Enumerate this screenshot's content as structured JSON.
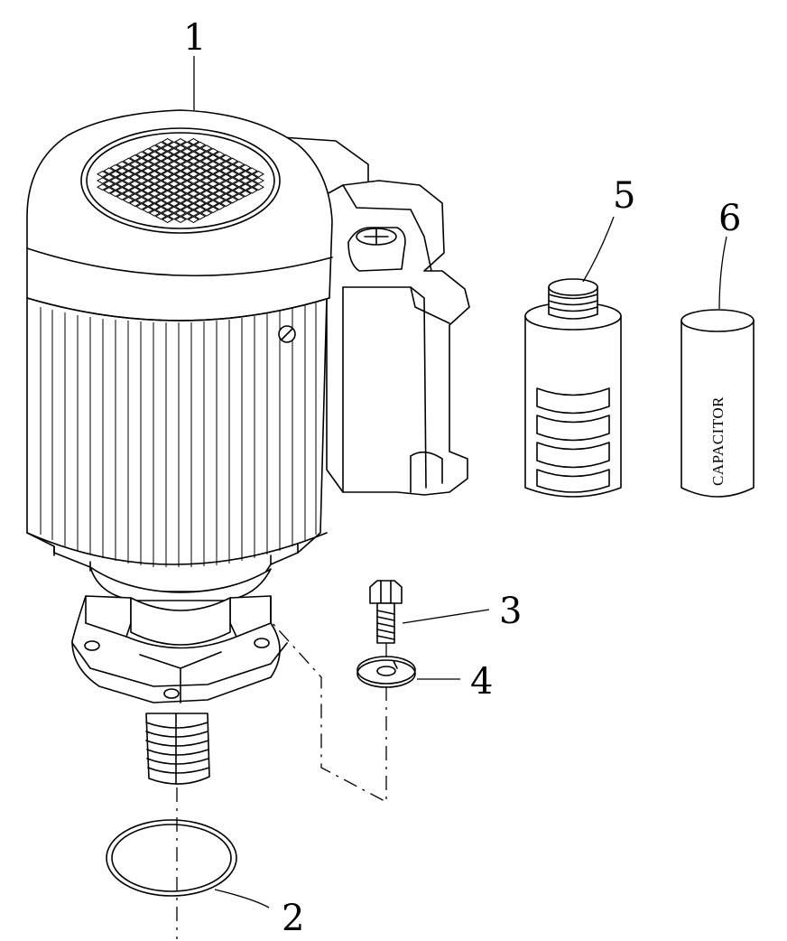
{
  "callouts": {
    "part1": "1",
    "part2": "2",
    "part3": "3",
    "part4": "4",
    "part5": "5",
    "part6": "6"
  },
  "capacitor_label": "CAPACITOR"
}
